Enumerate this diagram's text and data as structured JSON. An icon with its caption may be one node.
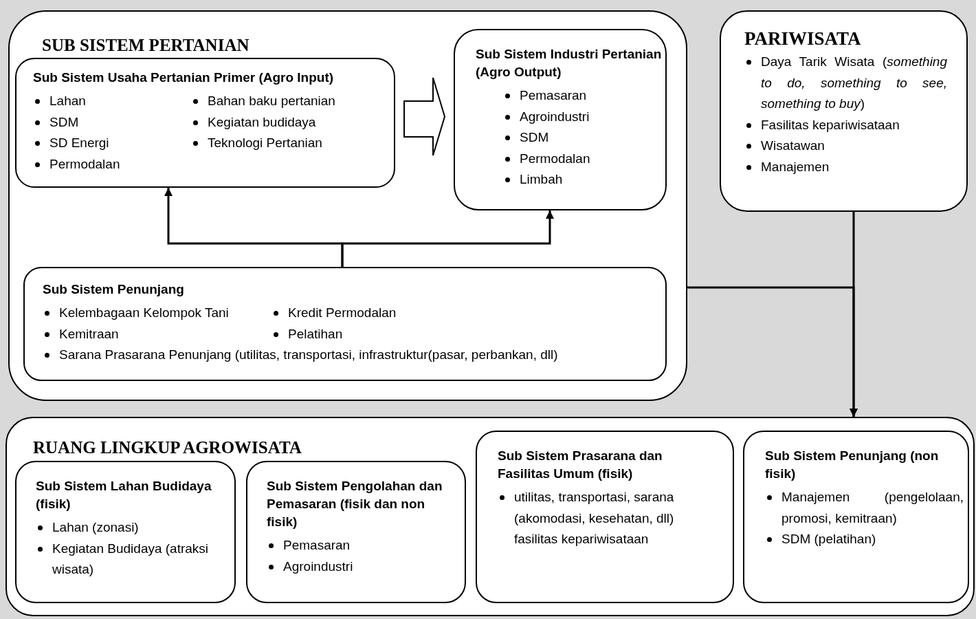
{
  "diagram": {
    "nodes": [
      {
        "text": [
          "SUB SISTEM PERTANIAN"
        ]
      },
      {
        "text": [
          "Sub Sistem Usaha Pertanian Primer (Agro Input)",
          "Lahan",
          "Bahan baku pertanian",
          "SDM",
          "Kegiatan budidaya",
          "SD Energi",
          "Teknologi Pertanian",
          "Permodalan"
        ],
        "in": 0
      },
      {
        "text": [
          "Sub Sistem Industri Pertanian (Agro Output)",
          "Pemasaran",
          "Agroindustri",
          "SDM",
          "Permodalan",
          "Limbah"
        ],
        "in": 0
      },
      {
        "text": [
          "Sub Sistem Penunjang",
          "Kelembagaan Kelompok Tani",
          "Kredit Permodalan",
          "Kemitraan",
          "Pelatihan",
          "Sarana Prasarana Penunjang (utilitas, transportasi, infrastruktur(pasar, perbankan, dll)"
        ],
        "in": 0
      },
      {
        "text": [
          "PARIWISATA",
          "Daya Tarik Wisata (*something to do, something to see, something to buy*)",
          "Fasilitas kepariwisataan",
          "Wisatawan",
          "Manajemen"
        ]
      },
      {
        "text": [
          "RUANG LINGKUP AGROWISATA"
        ]
      },
      {
        "text": [
          "Sub Sistem Lahan Budidaya (fisik)",
          "Lahan (zonasi)",
          "Kegiatan Budidaya (atraksi wisata)"
        ],
        "in": 5
      },
      {
        "text": [
          "Sub Sistem Pengolahan dan Pemasaran (fisik dan non fisik)",
          "Pemasaran",
          "Agroindustri"
        ],
        "in": 5
      },
      {
        "text": [
          "Sub Sistem Prasarana dan Fasilitas Umum (fisik)",
          "utilitas, transportasi, sarana (akomodasi, kesehatan, dll) fasilitas kepariwisataan"
        ],
        "in": 5
      },
      {
        "text": [
          "Sub Sistem Penunjang (non fisik)",
          "Manajemen (pengelolaan, promosi, kemitraan)",
          "SDM (pelatihan)"
        ],
        "in": 5
      }
    ],
    "edges": [
      {
        "from": 1,
        "to": 2,
        "arrow": "to"
      },
      {
        "from": 3,
        "to": 1,
        "arrow": "to"
      },
      {
        "from": 3,
        "to": 2,
        "arrow": "to"
      },
      {
        "from": 4,
        "to": 5,
        "arrow": "to"
      },
      {
        "from": 0,
        "to": 5,
        "arrow": "to"
      }
    ]
  }
}
